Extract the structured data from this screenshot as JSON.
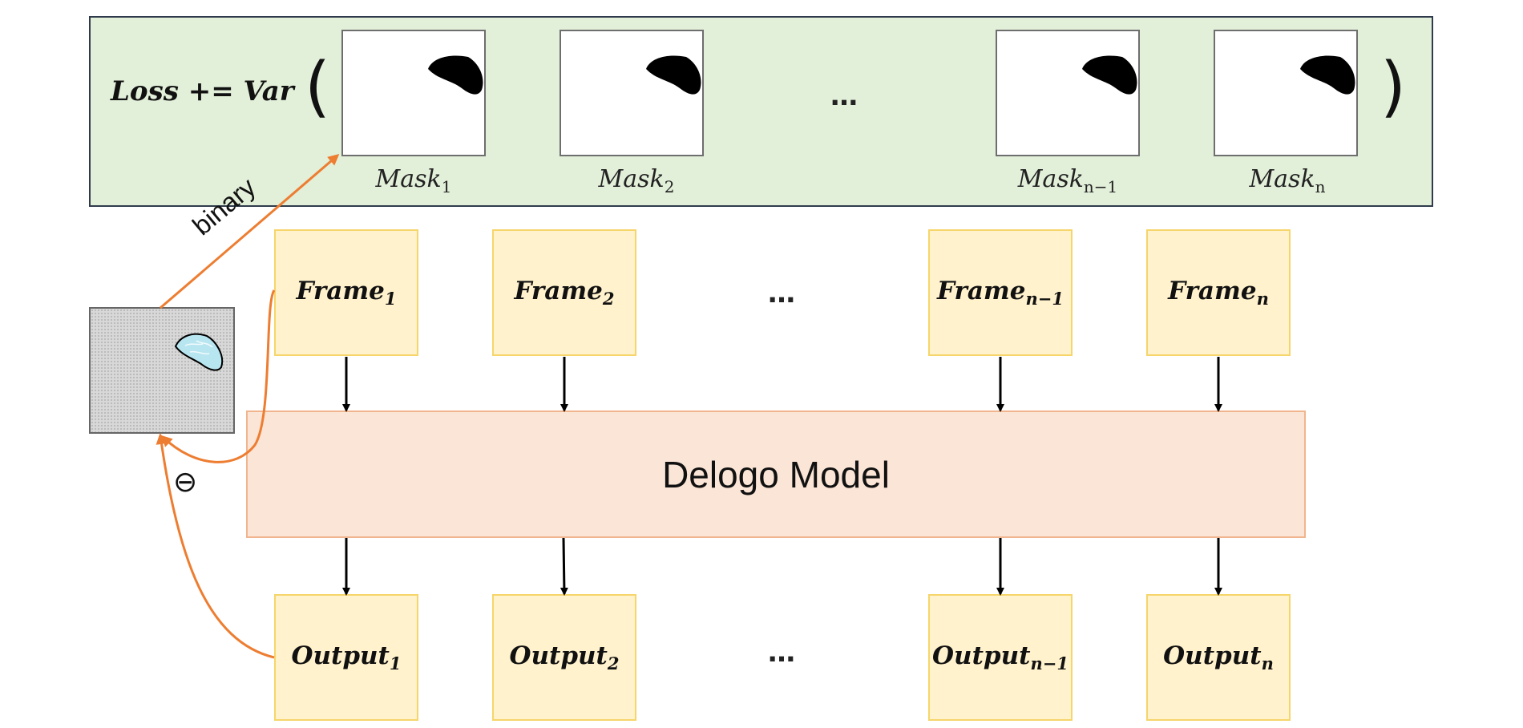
{
  "loss": {
    "prefix": "Loss += Var",
    "open_paren": "(",
    "close_paren": ")"
  },
  "masks": [
    {
      "base": "Mask",
      "sub": "1"
    },
    {
      "base": "Mask",
      "sub": "2"
    },
    {
      "base": "Mask",
      "sub": "n−1"
    },
    {
      "base": "Mask",
      "sub": "n"
    }
  ],
  "frames": [
    {
      "base": "Frame",
      "sub": "1"
    },
    {
      "base": "Frame",
      "sub": "2"
    },
    {
      "base": "Frame",
      "sub": "n−1"
    },
    {
      "base": "Frame",
      "sub": "n"
    }
  ],
  "outputs": [
    {
      "base": "Output",
      "sub": "1"
    },
    {
      "base": "Output",
      "sub": "2"
    },
    {
      "base": "Output",
      "sub": "n−1"
    },
    {
      "base": "Output",
      "sub": "n"
    }
  ],
  "ellipsis": "…",
  "model": {
    "label": "Delogo Model"
  },
  "edges": {
    "binary_label": "binary",
    "minus_symbol": "⊖"
  },
  "colors": {
    "loss_panel_bg": "#e2efd9",
    "frame_bg": "#fff2cc",
    "model_bg": "#fbe5d6",
    "arrow_orange": "#ed7d31",
    "logo_fill": "#b8e6f0"
  }
}
